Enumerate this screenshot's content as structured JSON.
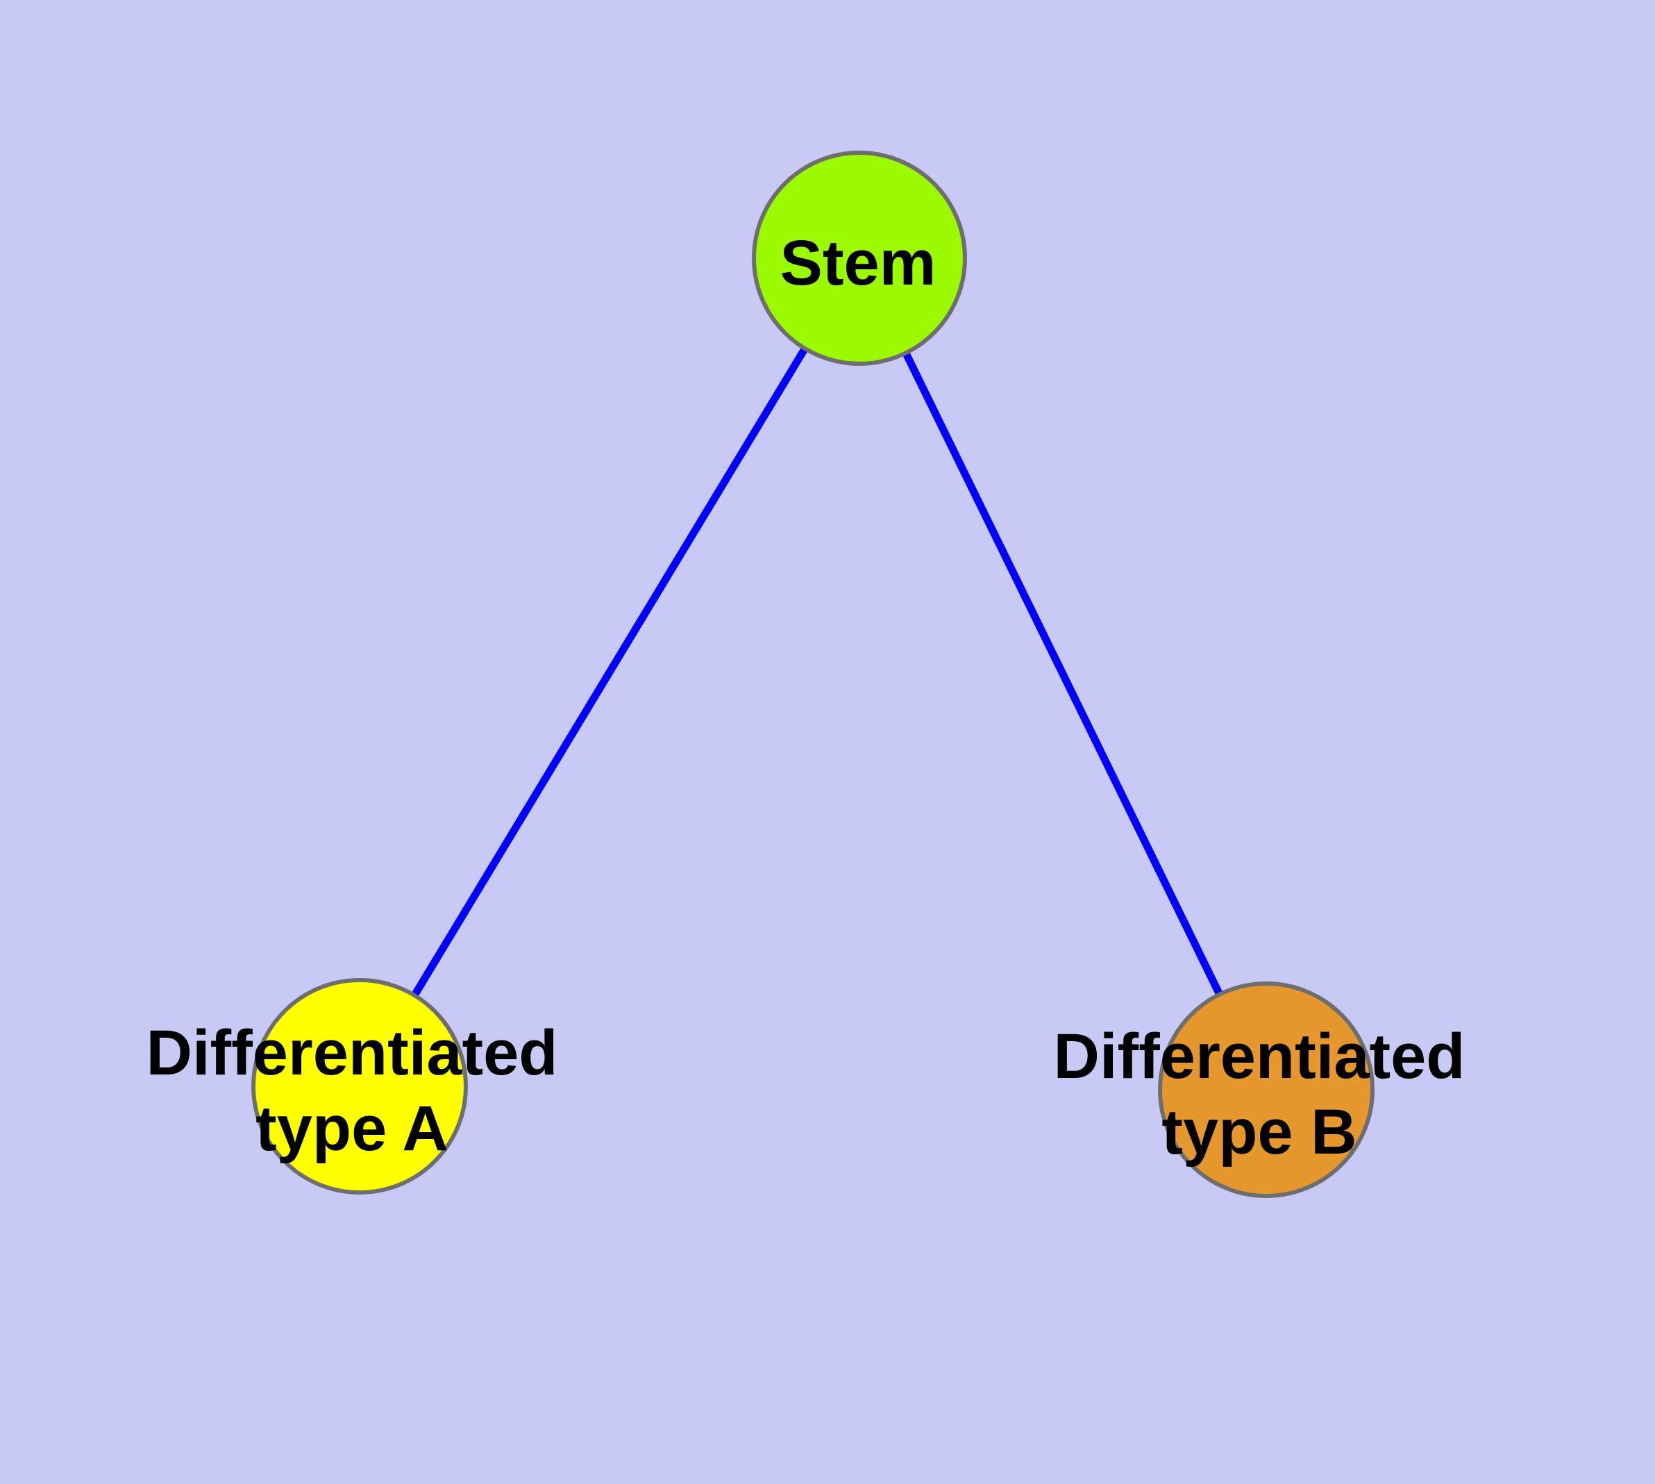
{
  "diagram": {
    "background_color": "#C9C9F5",
    "edge_color": "#0000FF",
    "node_border_color": "#6E6E6E",
    "label_color": "#000000",
    "nodes": [
      {
        "id": "stem",
        "label": "Stem",
        "fill": "#9BFA00"
      },
      {
        "id": "differentiated-type-a",
        "label": "Differentiated type A",
        "label_line1": "Differentiated",
        "label_line2": "type A",
        "fill": "#FFFF00"
      },
      {
        "id": "differentiated-type-b",
        "label": "Differentiated type B",
        "label_line1": "Differentiated",
        "label_line2": "type B",
        "fill": "#E6982E"
      }
    ],
    "edges": [
      {
        "from": "Stem",
        "to": "Differentiated type A"
      },
      {
        "from": "Stem",
        "to": "Differentiated type B"
      }
    ]
  }
}
